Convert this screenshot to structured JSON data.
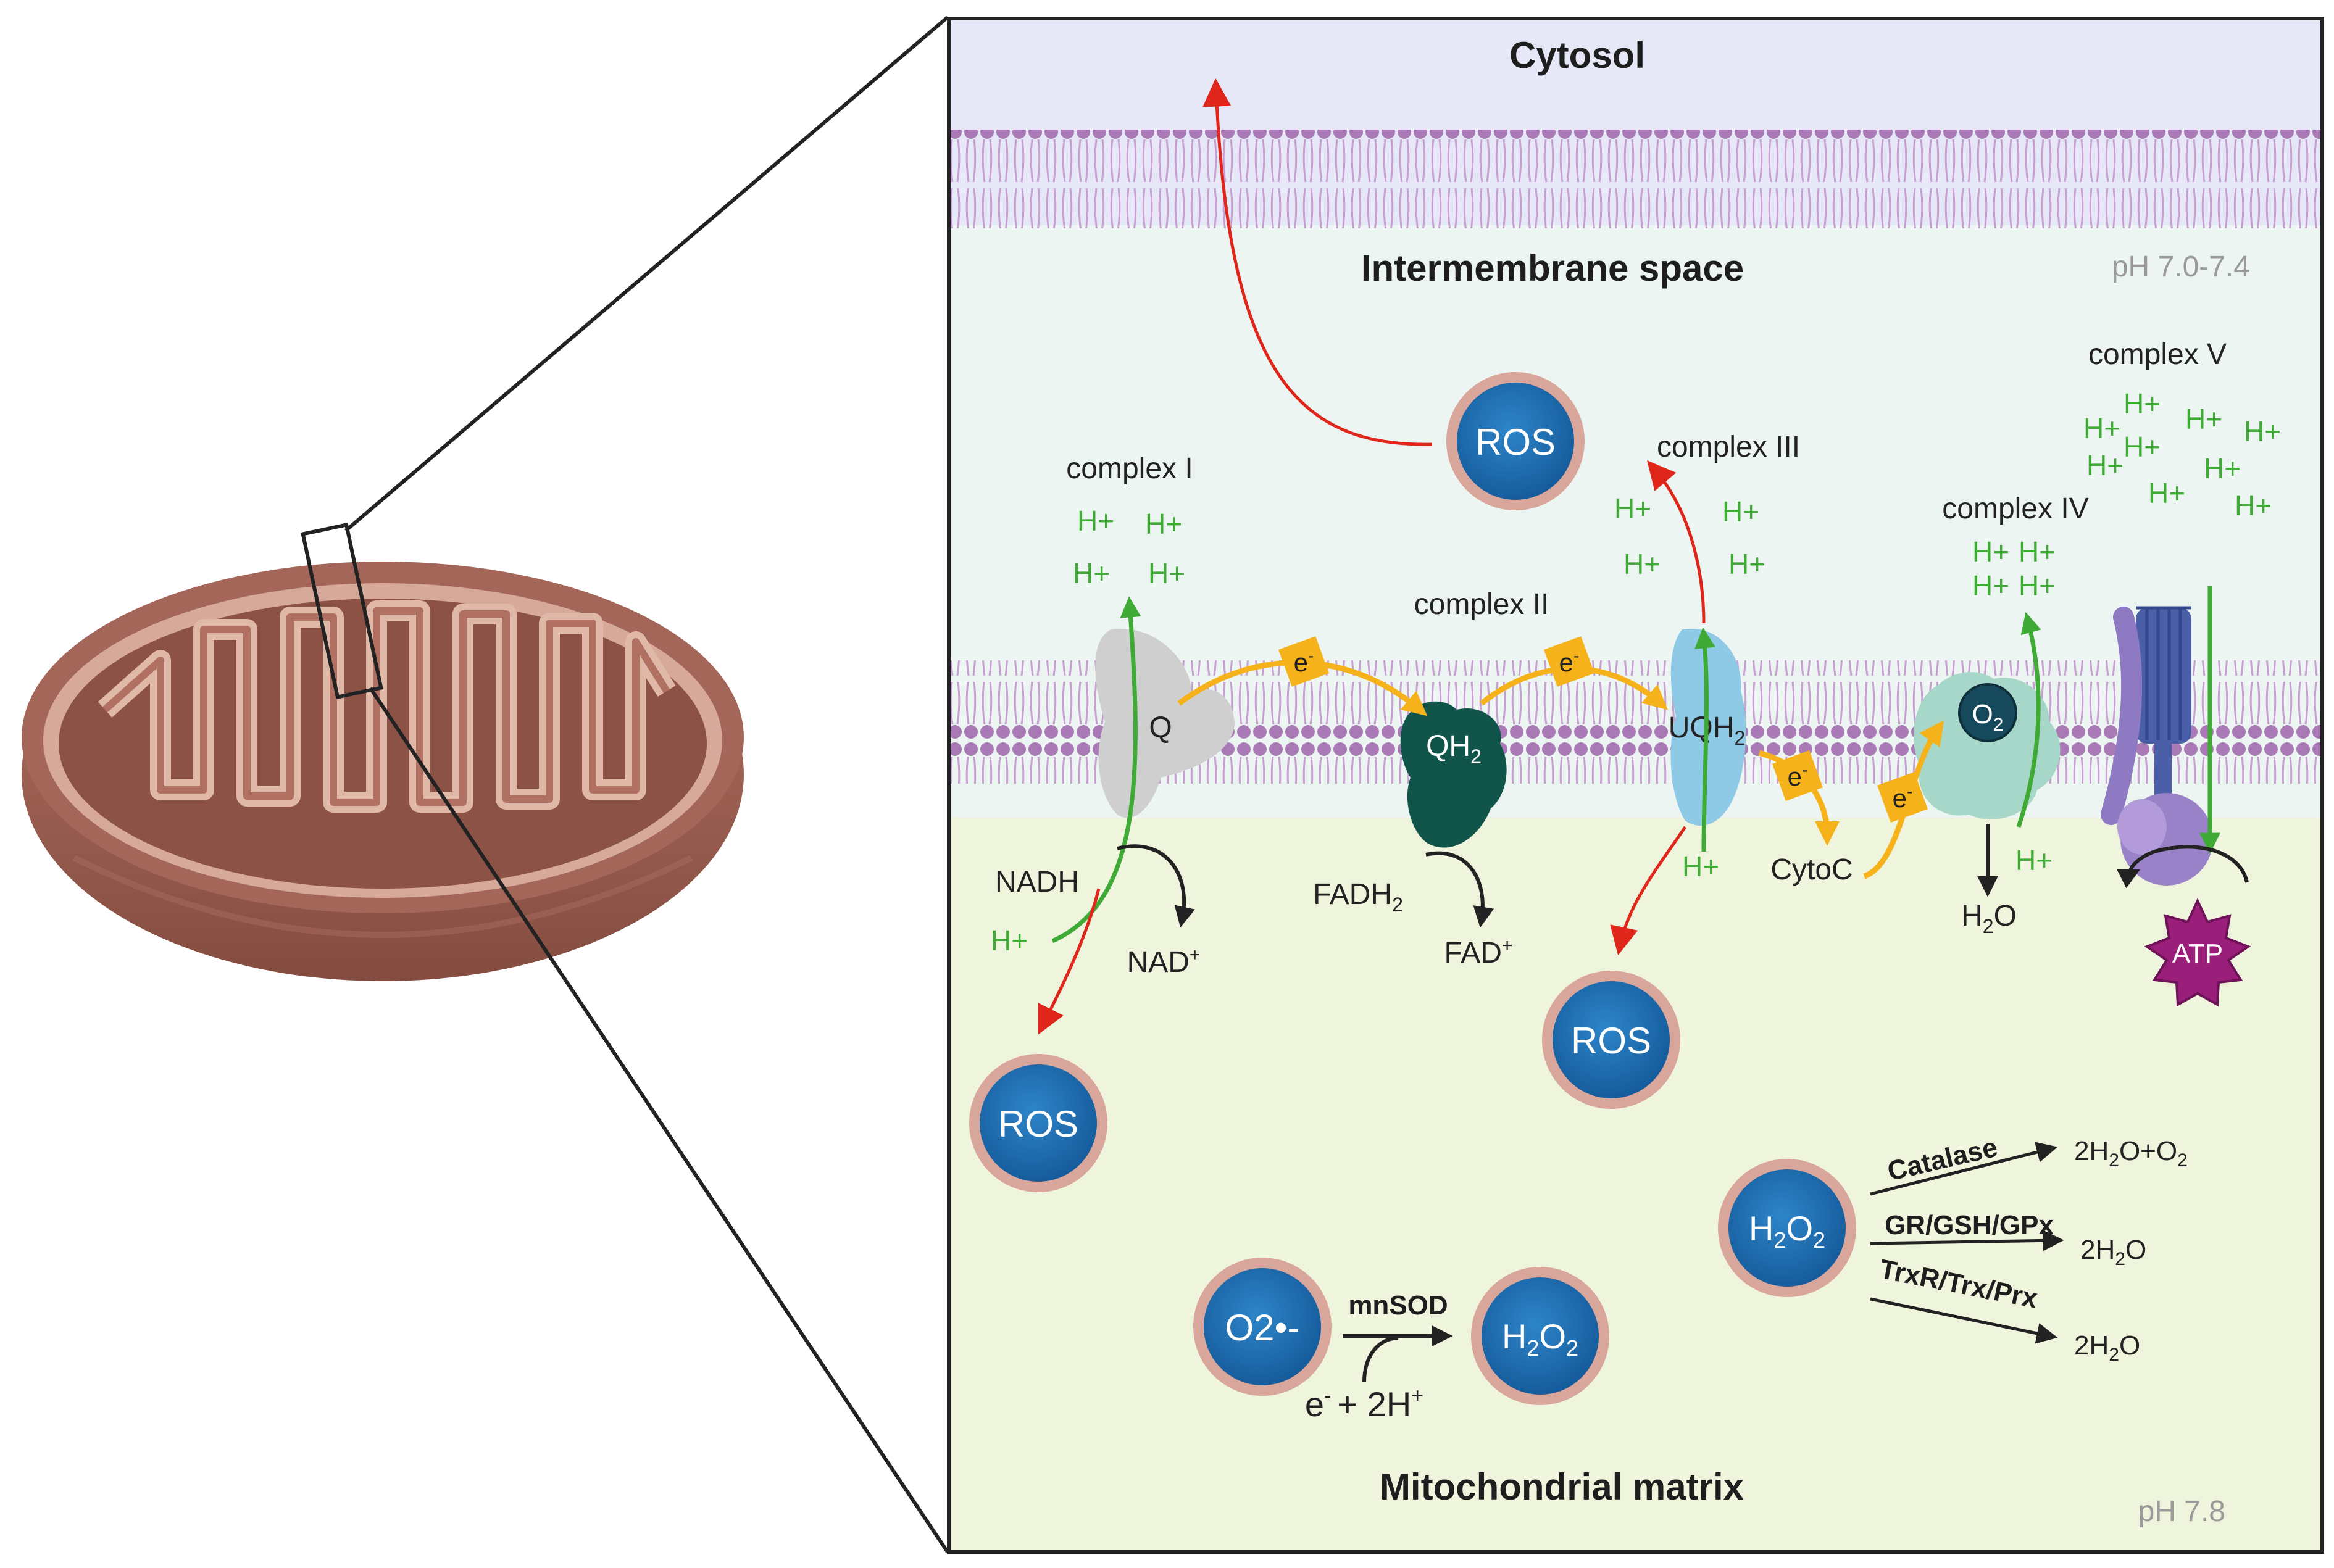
{
  "regions": {
    "cytosol": "Cytosol",
    "intermembrane_space": "Intermembrane space",
    "matrix": "Mitochondrial matrix",
    "ph_ims": "pH 7.0-7.4",
    "ph_matrix": "pH 7.8"
  },
  "complexes": {
    "c1": "complex I",
    "c2": "complex II",
    "c3": "complex III",
    "c4": "complex IV",
    "c5": "complex V"
  },
  "proton": "H+",
  "electron": "e",
  "electron_sup": "-",
  "carriers": {
    "q": "Q",
    "qh": "QH",
    "qh_sub": "2",
    "uqh": "UQH",
    "uqh_sub": "2",
    "cytoc": "CytoC",
    "o2": "O",
    "o2_sub": "2"
  },
  "metabolites": {
    "nadh": "NADH",
    "nad": "NAD",
    "nad_sup": "+",
    "fadh": "FADH",
    "fadh_sub": "2",
    "fad": "FAD",
    "fad_sup": "+",
    "h2o_a": "H",
    "h2o_sub": "2",
    "h2o_b": "O",
    "atp": "ATP"
  },
  "ros": {
    "label": "ROS",
    "superoxide": "O2•-",
    "h2o2_a": "H",
    "h2o2_sub1": "2",
    "h2o2_b": "O",
    "h2o2_sub2": "2"
  },
  "enzymes": {
    "mnsod": "mnSOD",
    "catalase": "Catalase",
    "gpx": "GR/GSH/GPx",
    "prx": "TrxR/Trx/Prx",
    "cofactor_e": "e",
    "cofactor_e_sup": "-",
    "cofactor_plus": "+ 2H",
    "cofactor_plus_sup": "+"
  },
  "products": {
    "catalase_a": "2H",
    "catalase_sub1": "2",
    "catalase_b": "O+O",
    "catalase_sub2": "2",
    "water_a": "2H",
    "water_sub": "2",
    "water_b": "O"
  },
  "colors": {
    "cytosol": "#e6e8f8",
    "ims": "#edf5f2",
    "matrix": "#eef5dc",
    "membrane": "#a97ab5",
    "ros_fill": "#1f6fb3",
    "ros_ring": "#d9a69b",
    "proton": "#3faa35",
    "electron_path": "#f6b21b",
    "ros_arrow": "#e0261a",
    "mitochondrion": "#9b5d4f"
  }
}
